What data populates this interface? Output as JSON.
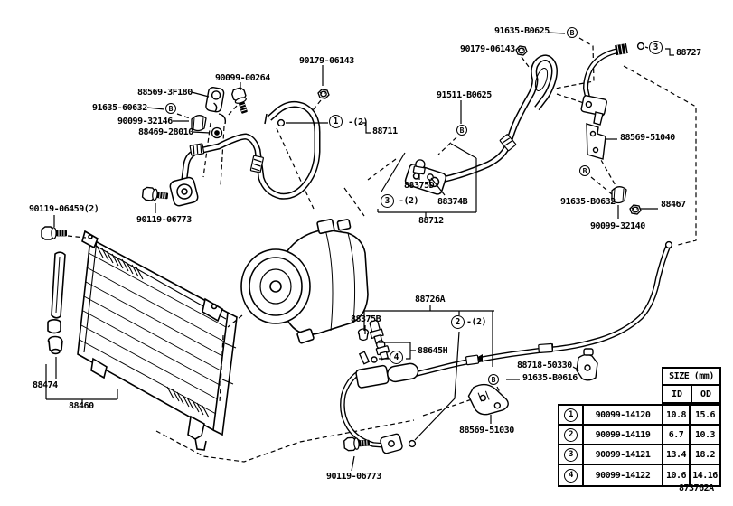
{
  "colors": {
    "ink": "#000000",
    "paper": "#ffffff"
  },
  "footer_code": "873762A",
  "labels": [
    "90099-00264",
    "88569-3F180",
    "91635-60632",
    "90099-32146",
    "88469-28010",
    "90179-06143",
    "90119-06459(2)",
    "90119-06773",
    "88711",
    "-(2)",
    "91635-B0625",
    "90179-06143",
    "88727",
    "91511-B0625",
    "88569-51040",
    "88375D",
    "88374B",
    "-(2)",
    "88712",
    "91635-B0632",
    "88467",
    "90099-32140",
    "88726A",
    "88375B",
    "-(2)",
    "88645H",
    "88718-50330",
    "91635-B0616",
    "88569-51030",
    "88474",
    "88460",
    "90119-06773"
  ],
  "callouts": [
    "1",
    "3",
    "3",
    "2",
    "4"
  ],
  "b_callouts": [
    "B",
    "B",
    "B",
    "B",
    "B"
  ],
  "table": {
    "size_header": "SIZE (mm)",
    "columns": [
      "ID",
      "OD"
    ],
    "rows": [
      {
        "num": "1",
        "part": "90099-14120",
        "id": "10.8",
        "od": "15.6"
      },
      {
        "num": "2",
        "part": "90099-14119",
        "id": "6.7",
        "od": "10.3"
      },
      {
        "num": "3",
        "part": "90099-14121",
        "id": "13.4",
        "od": "18.2"
      },
      {
        "num": "4",
        "part": "90099-14122",
        "id": "10.6",
        "od": "14.16"
      }
    ]
  }
}
